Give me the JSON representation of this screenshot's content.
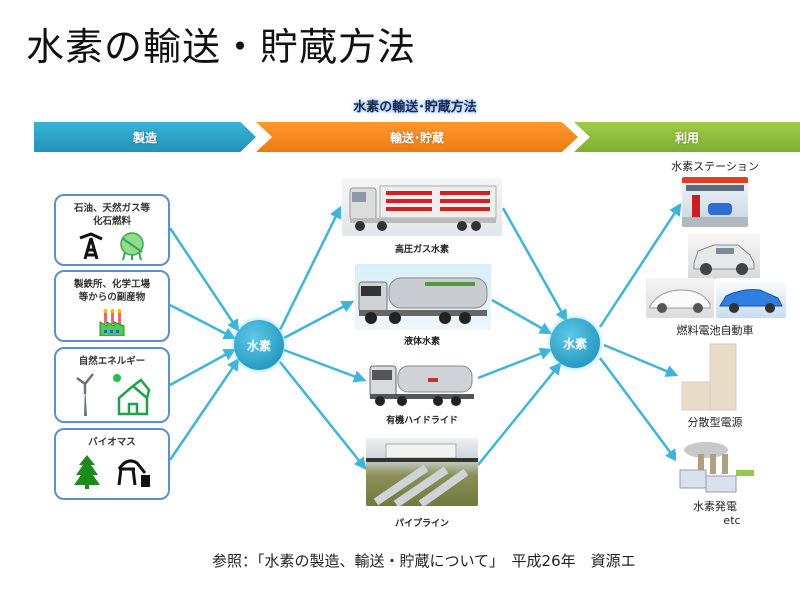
{
  "title": "水素の輸送・貯蔵方法",
  "diagram": {
    "subtitle": "水素の輸送･貯蔵方法",
    "stages": [
      {
        "label": "製造",
        "color": "#2ea6cc"
      },
      {
        "label": "輸送･貯蔵",
        "color": "#f58a1f"
      },
      {
        "label": "利用",
        "color": "#8dbd3c"
      }
    ],
    "sources": [
      {
        "label_line1": "石油、天然ガス等",
        "label_line2": "化石燃料",
        "icons": [
          "oil-pump-icon",
          "gas-tank-icon"
        ]
      },
      {
        "label_line1": "製鉄所、化学工場",
        "label_line2": "等からの副産物",
        "icons": [
          "factory-icon"
        ]
      },
      {
        "label_line1": "自然エネルギー",
        "label_line2": "",
        "icons": [
          "wind-turbine-icon",
          "solar-house-icon"
        ]
      },
      {
        "label_line1": "バイオマス",
        "label_line2": "",
        "icons": [
          "tree-icon",
          "biomass-digester-icon"
        ]
      }
    ],
    "hub_label": "水素",
    "transport": [
      {
        "label": "高圧ガス水素",
        "image": "high-pressure-gas-trailer-image"
      },
      {
        "label": "液体水素",
        "image": "liquid-hydrogen-tanker-image"
      },
      {
        "label": "有機ハイドライド",
        "image": "organic-hydride-tanker-image"
      },
      {
        "label": "パイプライン",
        "image": "pipeline-image"
      }
    ],
    "uses": [
      {
        "label": "水素ステーション",
        "image": "hydrogen-station-image"
      },
      {
        "label": "燃料電池自動車",
        "image": "fuel-cell-vehicle-image"
      },
      {
        "label": "分散型電源",
        "image": "distributed-power-image"
      },
      {
        "label": "水素発電",
        "image": "hydrogen-power-plant-image"
      }
    ],
    "etc_label": "etc",
    "line_color": "#3fb4d8"
  },
  "footer": "参照：「水素の製造、輸送・貯蔵について」　平成26年　資源エ"
}
